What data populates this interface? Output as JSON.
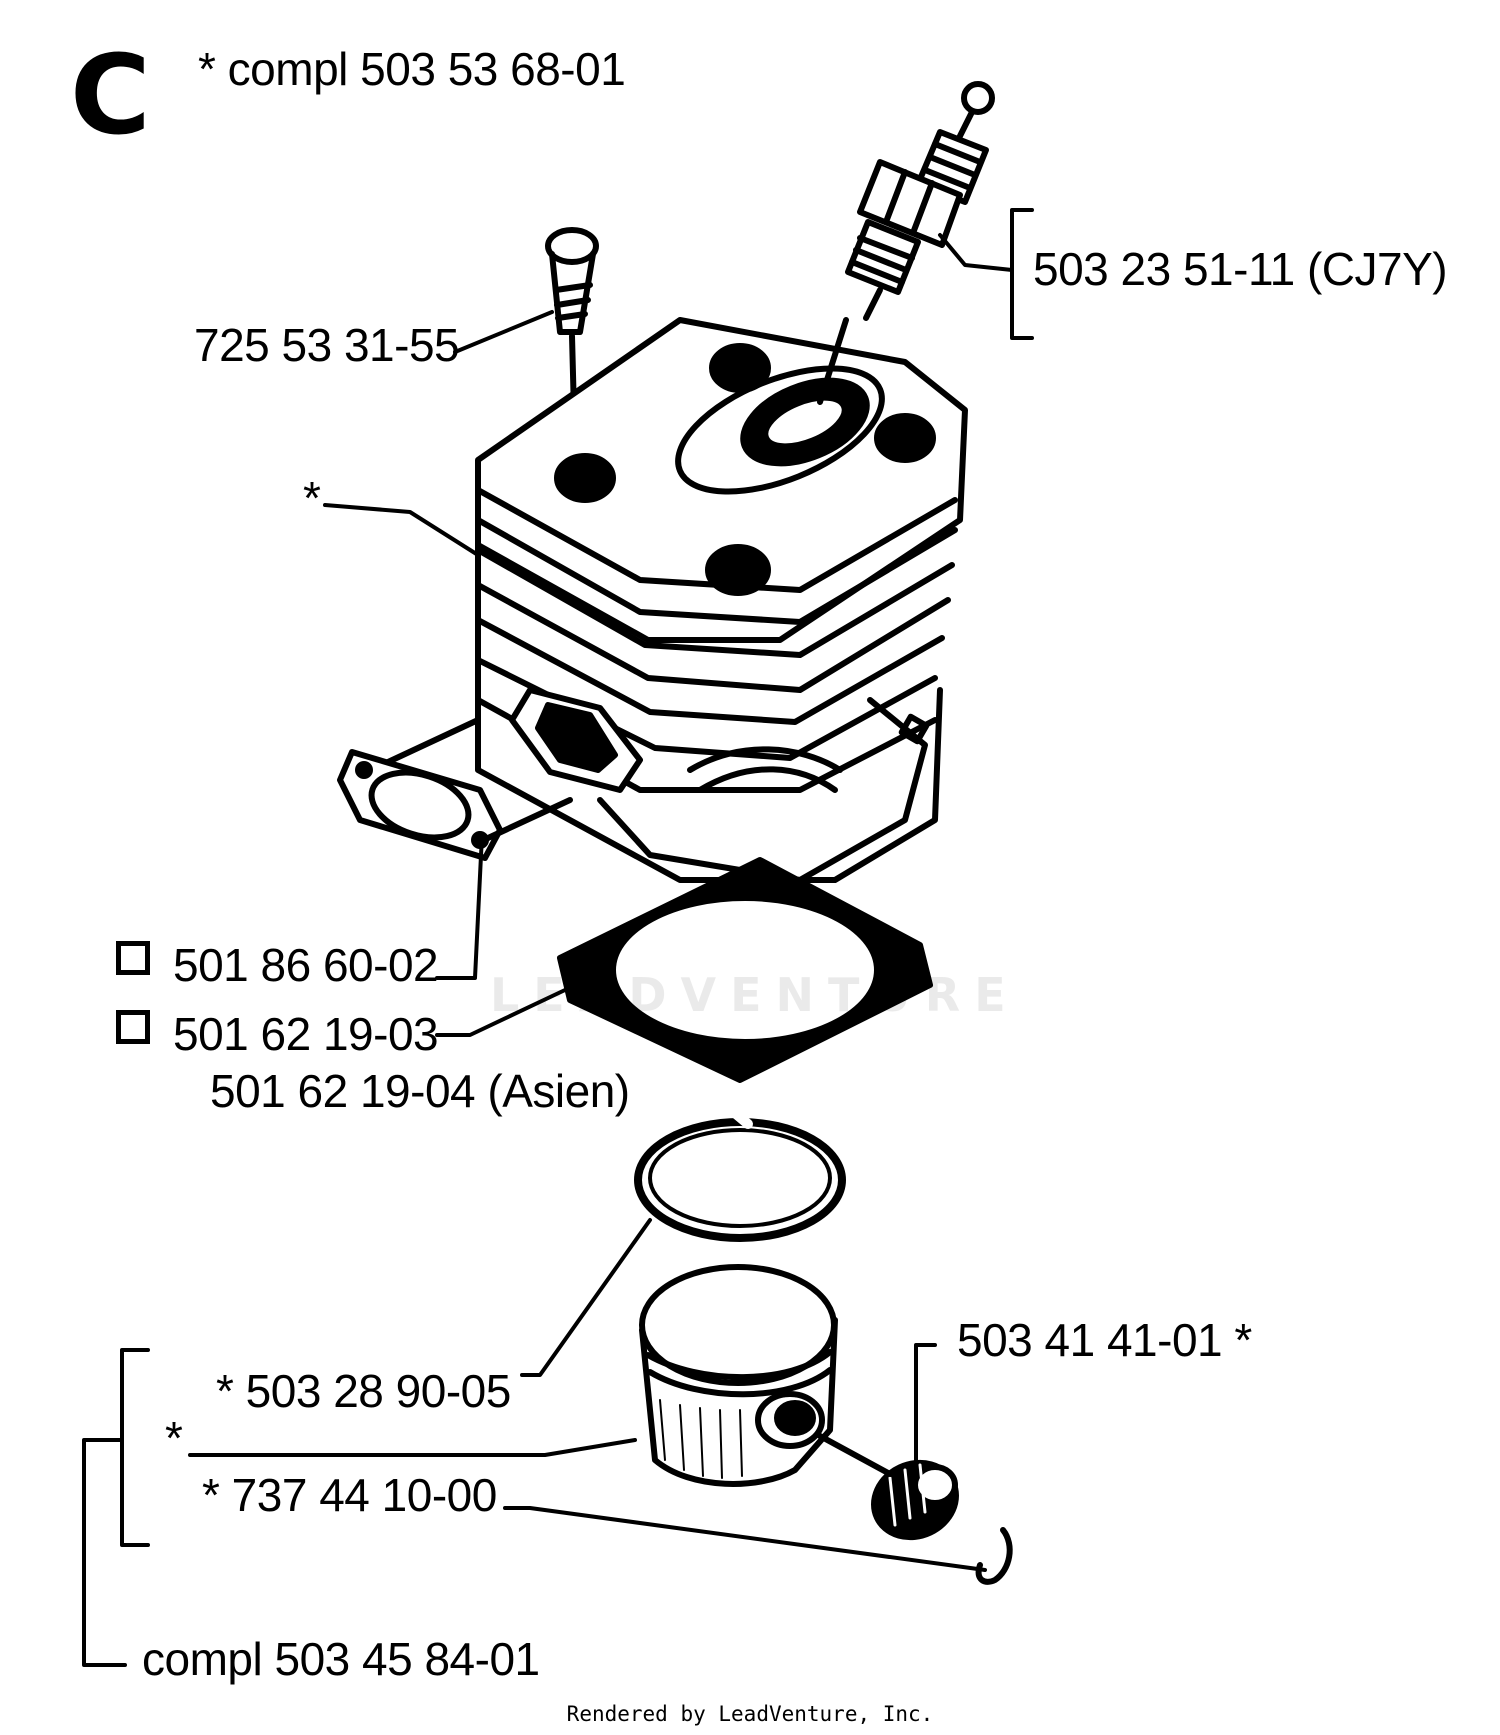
{
  "section_letter": "C",
  "watermark": "LEADVENTURE",
  "footer": "Rendered by LeadVenture, Inc.",
  "labels": {
    "cylinder_kit": "*  compl 503 53 68-01",
    "spark_plug": "503 23 51-11 (CJ7Y)",
    "screw": "725 53 31-55",
    "cylinder_star": "*",
    "exhaust_gasket": "501 86 60-02",
    "base_gasket": "501 62 19-03",
    "base_gasket_asia": "501 62 19-04 (Asien)",
    "piston_ring": "*  503 28 90-05",
    "piston_star": "*",
    "circlip": "*  737 44 10-00",
    "bearing": "503 41 41-01   *",
    "piston_kit": "compl 503 45 84-01"
  }
}
